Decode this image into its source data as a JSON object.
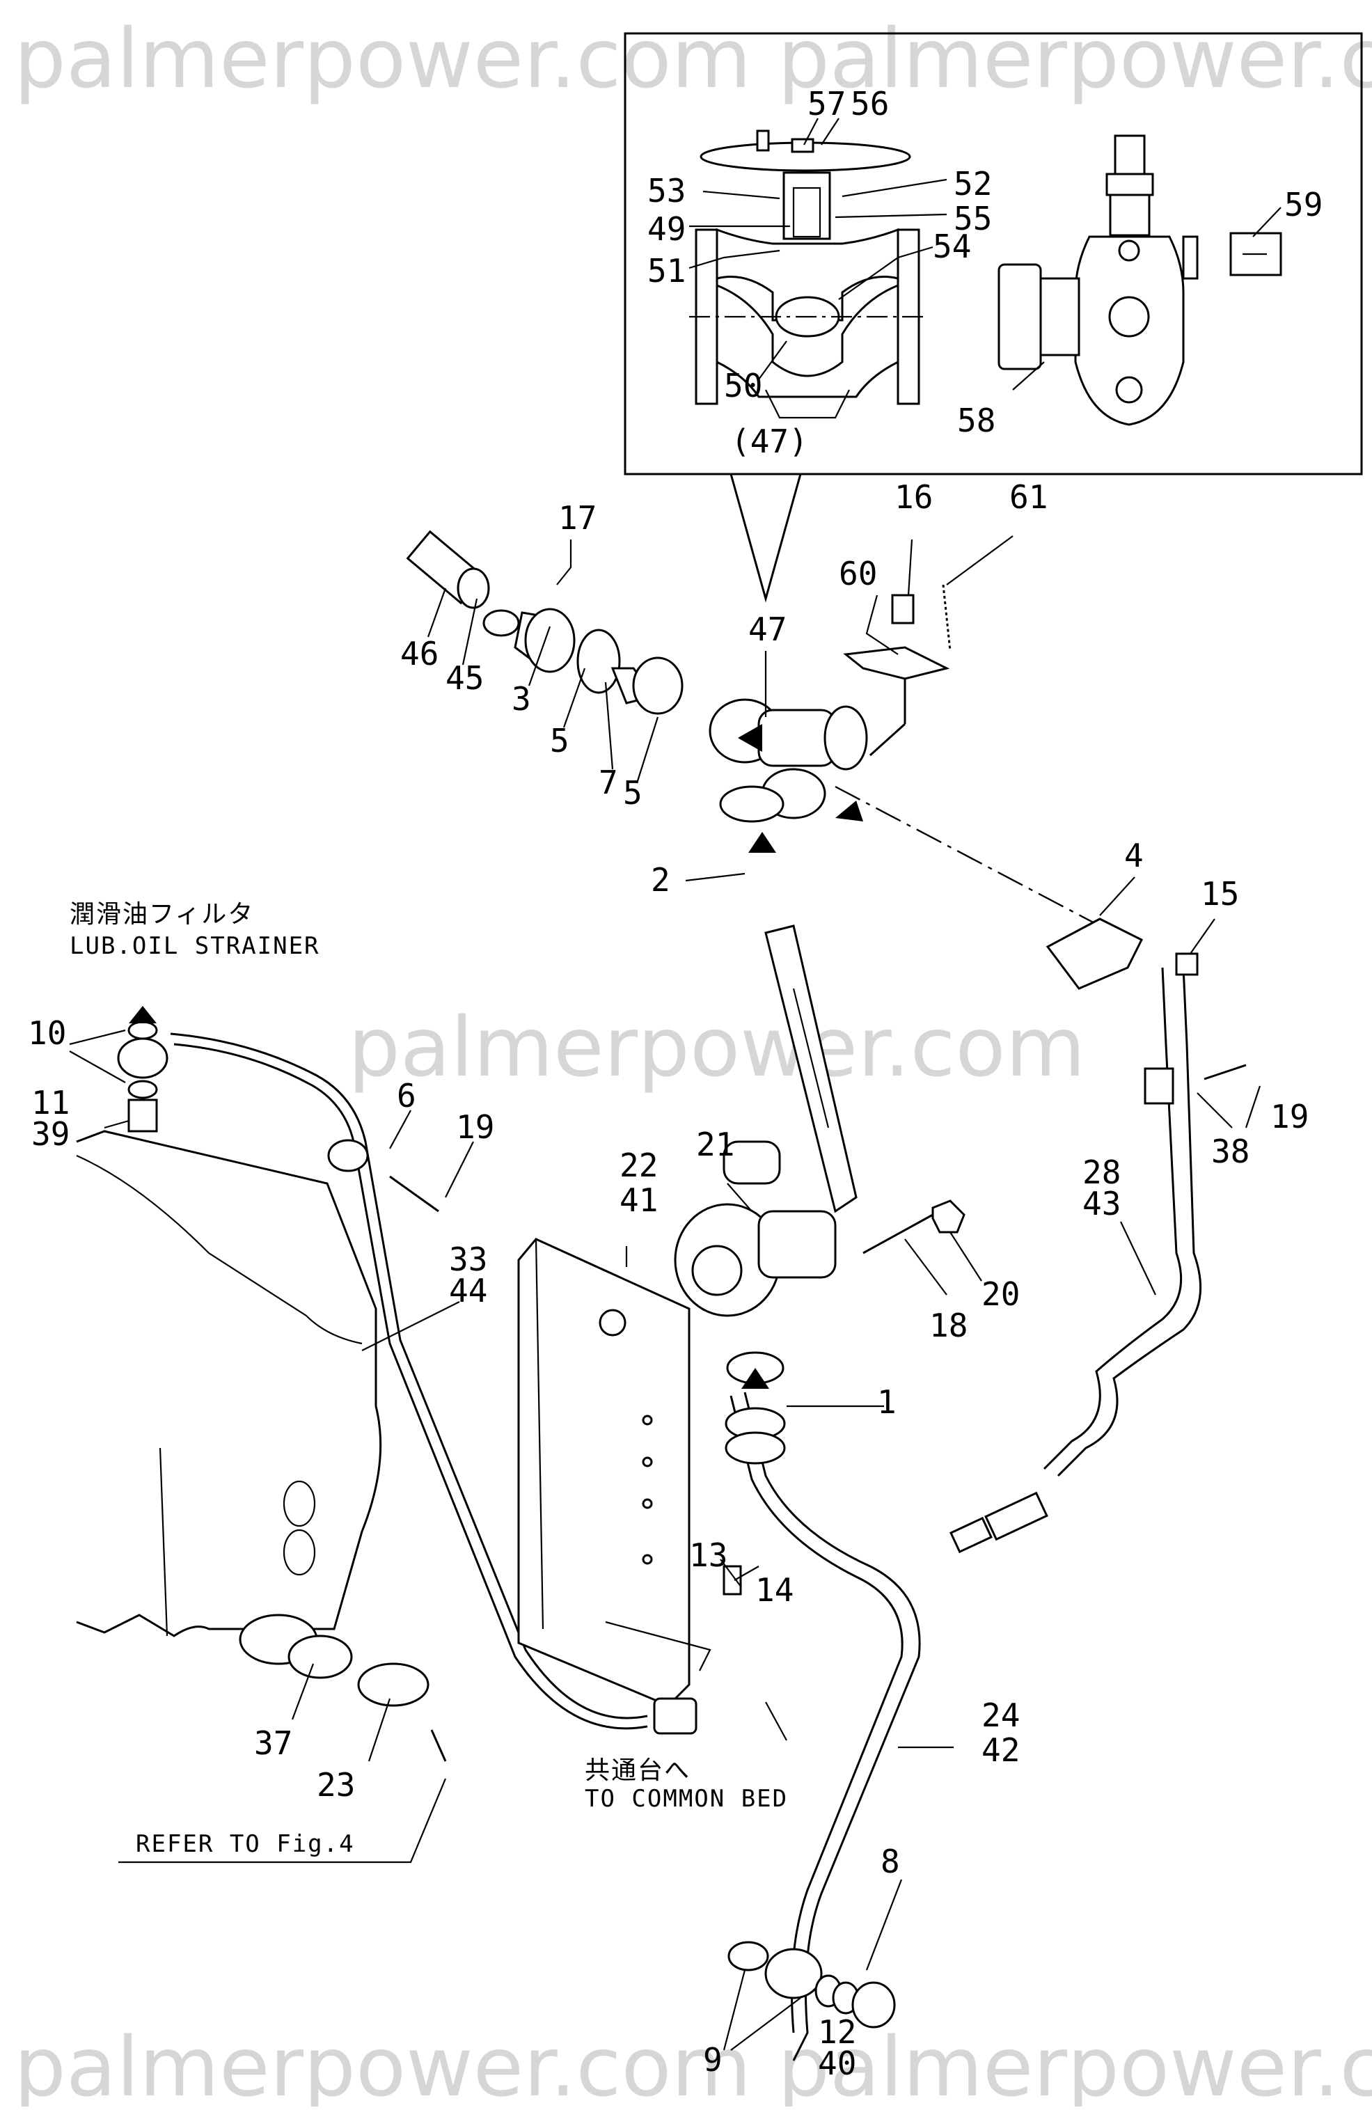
{
  "watermarks": [
    "palmerpower.com palmerpower.com",
    "palmerpower.com",
    "palmerpower.com palmerpower.com"
  ],
  "callouts": {
    "inset": [
      "57",
      "56",
      "53",
      "52",
      "49",
      "55",
      "51",
      "54",
      "50",
      "(47)",
      "59",
      "58"
    ],
    "main": [
      "17",
      "16",
      "61",
      "60",
      "47",
      "46",
      "45",
      "3",
      "5",
      "7",
      "5",
      "2",
      "4",
      "15",
      "10",
      "11",
      "39",
      "6",
      "19",
      "21",
      "22",
      "41",
      "19",
      "38",
      "28",
      "43",
      "33",
      "44",
      "18",
      "20",
      "1",
      "13",
      "14",
      "24",
      "42",
      "37",
      "23",
      "8",
      "9",
      "12",
      "40"
    ]
  },
  "labels": {
    "strainer_jp": "潤滑油フィルタ",
    "strainer_en": "LUB.OIL STRAINER",
    "common_bed_jp": "共通台へ",
    "common_bed_en": "TO COMMON BED",
    "refer": "REFER TO Fig.4"
  }
}
